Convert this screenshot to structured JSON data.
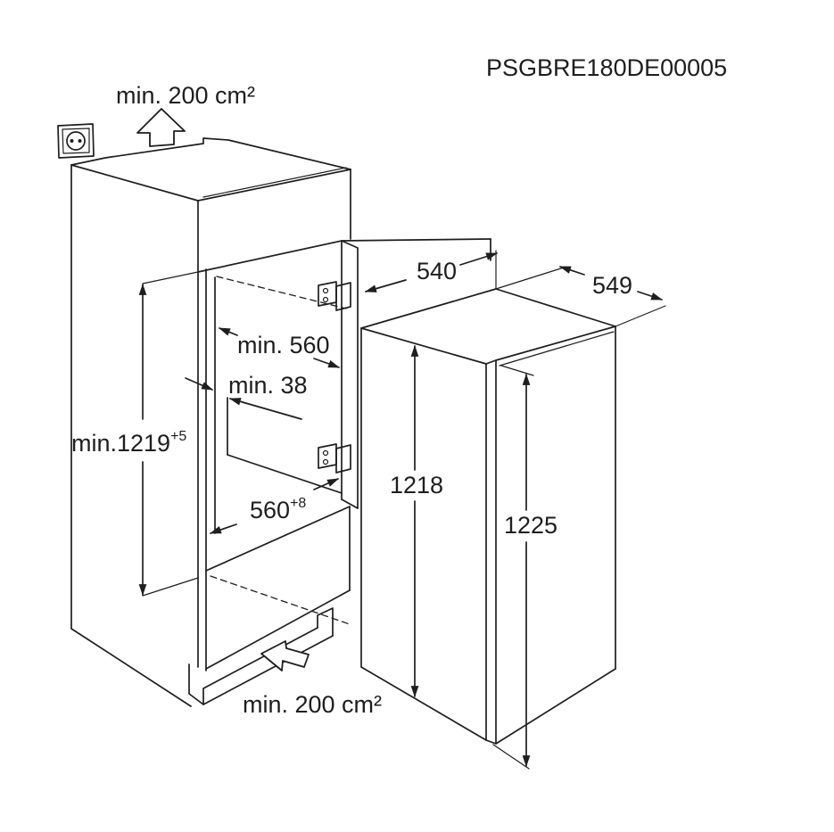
{
  "diagram_code": "PSGBRE180DE00005",
  "ventilation": {
    "top": "min. 200 cm²",
    "bottom": "min. 200 cm²"
  },
  "niche": {
    "height": {
      "value": "min.1219",
      "tolerance": "+5"
    },
    "width": "min. 560",
    "panel_thickness": "min. 38",
    "depth": {
      "value": "560",
      "tolerance": "+8"
    }
  },
  "door": {
    "width": "540"
  },
  "appliance": {
    "depth": "549",
    "body_height": "1218",
    "total_height": "1225"
  },
  "icons": {
    "socket": "power-socket-icon",
    "top_airflow": "arrow-up-icon",
    "bottom_airflow": "arrow-left-icon"
  },
  "colors": {
    "line": "#1e1e1e",
    "background": "#ffffff"
  }
}
